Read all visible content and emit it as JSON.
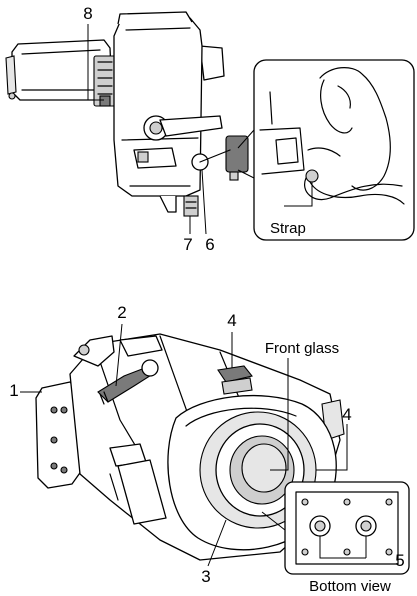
{
  "diagram": {
    "callouts": {
      "c1": "1",
      "c2": "2",
      "c3": "3",
      "c4a": "4",
      "c4b": "4",
      "c5": "5",
      "c6": "6",
      "c7": "7",
      "c8": "8"
    },
    "labels": {
      "strap": "Strap",
      "front_glass": "Front glass",
      "bottom_view": "Bottom view"
    }
  }
}
